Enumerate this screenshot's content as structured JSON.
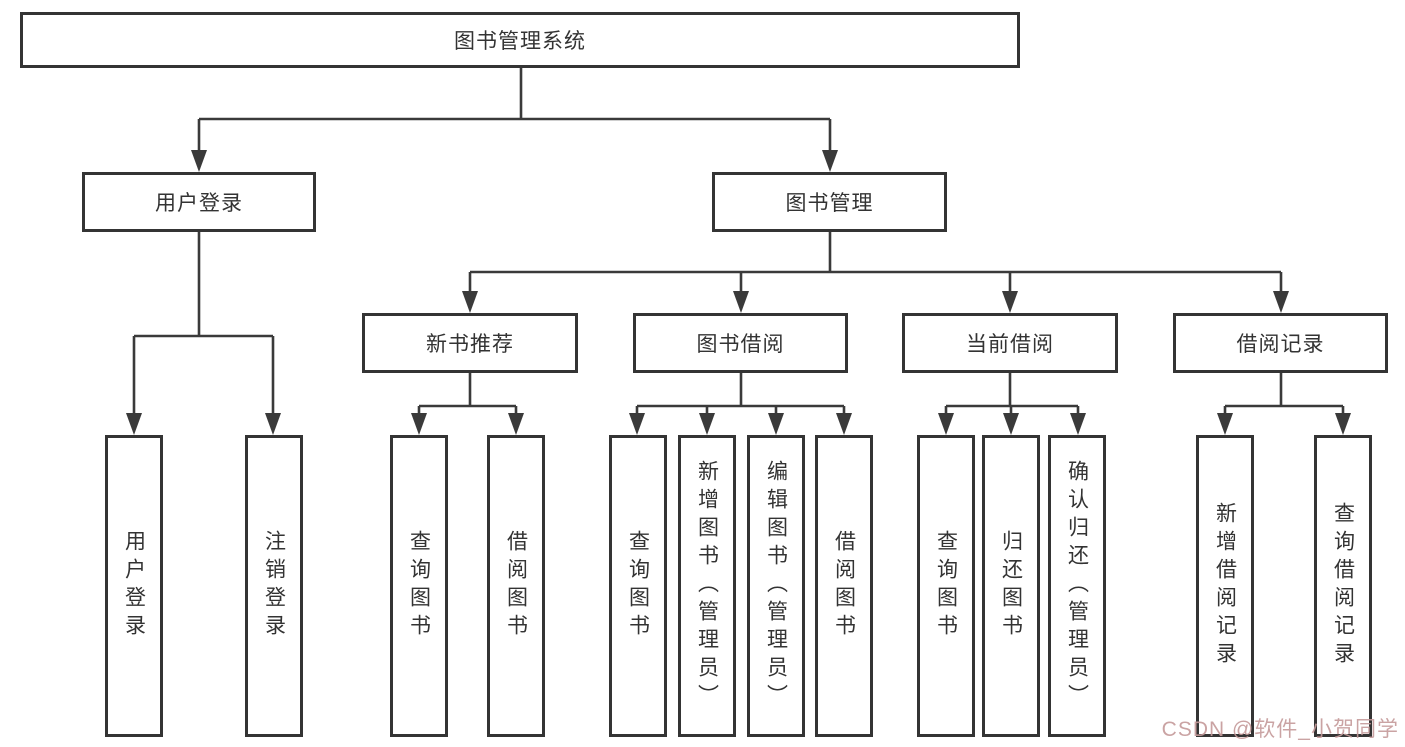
{
  "tree": {
    "label": "图书管理系统",
    "children": [
      {
        "label": "用户登录",
        "children": [
          {
            "label": "用户登录"
          },
          {
            "label": "注销登录"
          }
        ]
      },
      {
        "label": "图书管理",
        "children": [
          {
            "label": "新书推荐",
            "children": [
              {
                "label": "查询图书"
              },
              {
                "label": "借阅图书"
              }
            ]
          },
          {
            "label": "图书借阅",
            "children": [
              {
                "label": "查询图书"
              },
              {
                "label": "新增图书（管理员）"
              },
              {
                "label": "编辑图书（管理员）"
              },
              {
                "label": "借阅图书"
              }
            ]
          },
          {
            "label": "当前借阅",
            "children": [
              {
                "label": "查询图书"
              },
              {
                "label": "归还图书"
              },
              {
                "label": "确认归还（管理员）"
              }
            ]
          },
          {
            "label": "借阅记录",
            "children": [
              {
                "label": "新增借阅记录"
              },
              {
                "label": "查询借阅记录"
              }
            ]
          }
        ]
      }
    ]
  },
  "watermark": {
    "text": "CSDN @软件_小贺同学"
  },
  "colors": {
    "line": "#3a3a3a",
    "text": "#333333",
    "watermark": "#c59a9a",
    "background": "#ffffff"
  }
}
